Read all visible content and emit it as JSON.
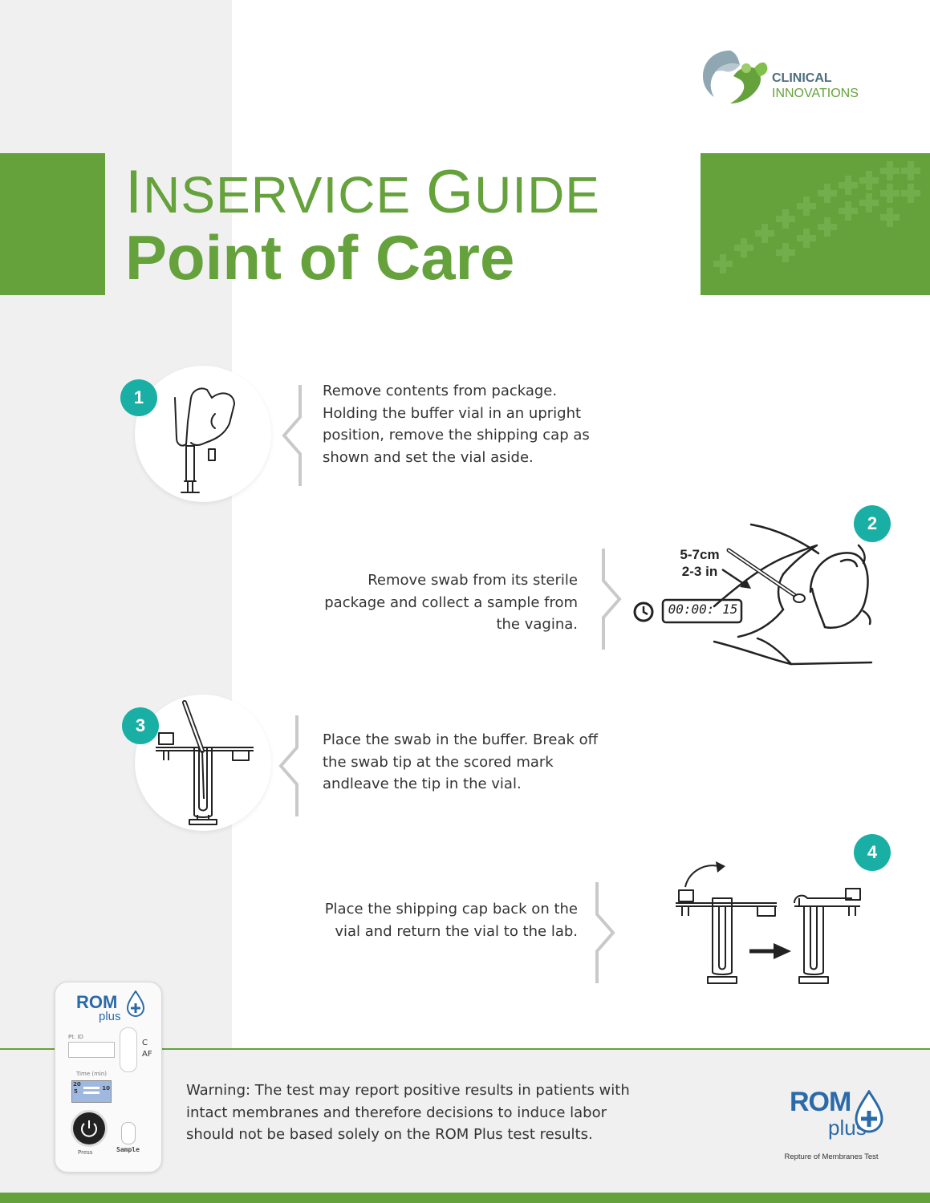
{
  "header": {
    "logo": {
      "line1": "CLINICAL",
      "line2": "INNOVATIONS"
    },
    "title_line1_cap1": "I",
    "title_line1_rest1": "NSERVICE ",
    "title_line1_cap2": "G",
    "title_line1_rest2": "UIDE",
    "title_line2": "Point of Care"
  },
  "steps": [
    {
      "number": "1",
      "text": "Remove contents from package. Holding the buffer vial in an upright position, remove the shipping cap as shown and set the vial aside."
    },
    {
      "number": "2",
      "text": "Remove swab from its sterile package and collect a sample from the vagina.",
      "depth_cm": "5-7cm",
      "depth_in": "2-3 in",
      "timer": "00:00: 15"
    },
    {
      "number": "3",
      "text": "Place the swab in the buffer. Break off the swab tip at the scored mark andleave the tip in the vial."
    },
    {
      "number": "4",
      "text": "Place the shipping cap back on the vial and return the vial to the lab."
    }
  ],
  "device": {
    "brand_rom": "ROM",
    "brand_plus": "plus",
    "pt_id": "Pt. ID",
    "c_label": "C",
    "af_label": "AF",
    "time_label": "Time (min)",
    "t20": "20",
    "t5": "5",
    "t10": "10",
    "press": "Press",
    "sample": "Sample"
  },
  "warning": "Warning: The test may report positive results in patients with intact  membranes and therefore decisions to induce labor should not be based solely on the ROM Plus test results.",
  "romplus_logo": {
    "rom": "ROM",
    "plus": "plus",
    "caption": "Repture of Membranes Test"
  },
  "colors": {
    "green": "#65a23c",
    "teal": "#1aafa5",
    "slate": "#4e6e7c",
    "blue": "#2b6aa8"
  }
}
